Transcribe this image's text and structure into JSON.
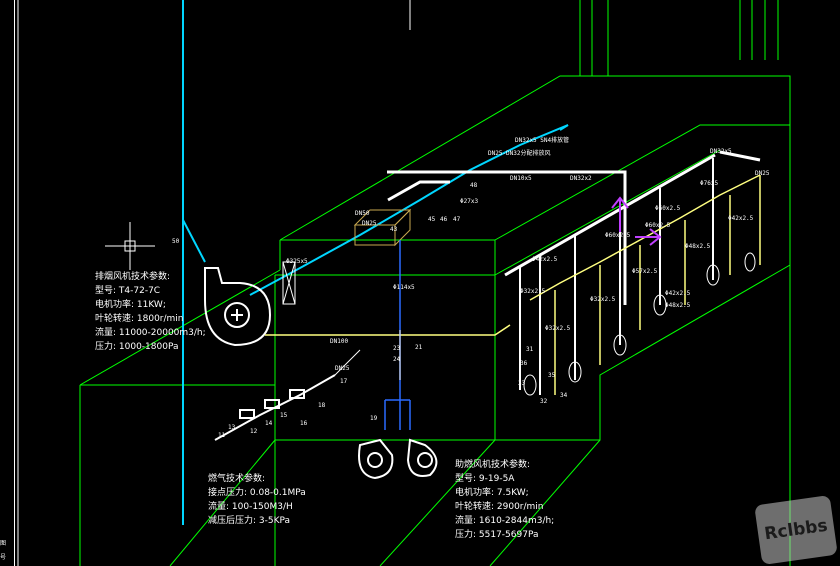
{
  "colors": {
    "background": "#000000",
    "outline": "#00ff00",
    "pipe_white": "#ffffff",
    "pipe_cyan": "#00d6ff",
    "pipe_yellow": "#ffff80",
    "pipe_blue": "#2a6bff",
    "accent_magenta": "#c040ff",
    "box_olive": "#c8a850"
  },
  "exhaust_fan": {
    "title": "排烟风机技术参数:",
    "lines": [
      "型号: T4-72-7C",
      "电机功率: 11KW;",
      "叶轮转速: 1800r/min",
      "流量: 11000-20000m3/h;",
      "压力: 1000-1800Pa"
    ]
  },
  "gas": {
    "title": "燃气技术参数:",
    "lines": [
      "接点压力: 0.08-0.1MPa",
      "流量: 100-150M3/H",
      "减压后压力: 3-5KPa"
    ]
  },
  "combustion_fan": {
    "title": "助燃风机技术参数:",
    "lines": [
      "型号: 9-19-5A",
      "电机功率: 7.5KW;",
      "叶轮转速: 2900r/min",
      "流量: 1610-2844m3/h;",
      "压力: 5517-5697Pa"
    ]
  },
  "tags": [
    {
      "id": "t1",
      "text": "DN32x5 SN4排放管"
    },
    {
      "id": "t2",
      "text": "DN25-DN32分配排放风"
    },
    {
      "id": "t3",
      "text": "DN32x5"
    },
    {
      "id": "t4",
      "text": "DN10x5"
    },
    {
      "id": "t5",
      "text": "DN32x2"
    },
    {
      "id": "t6",
      "text": "Φ27x3"
    },
    {
      "id": "t7",
      "text": "Φ76x5"
    },
    {
      "id": "t8",
      "text": "Φ60x2.5"
    },
    {
      "id": "t9",
      "text": "Φ42x2.5"
    },
    {
      "id": "t10",
      "text": "Φ60x2.5"
    },
    {
      "id": "t11",
      "text": "Φ48x2.5"
    },
    {
      "id": "t12",
      "text": "Φ42x2.5"
    },
    {
      "id": "t13",
      "text": "Φ57x2.5"
    },
    {
      "id": "t14",
      "text": "Φ32x2.5"
    },
    {
      "id": "t15",
      "text": "Φ32x2.5"
    },
    {
      "id": "t16",
      "text": "DN25"
    },
    {
      "id": "t17",
      "text": "Φ60x2.5"
    },
    {
      "id": "t18",
      "text": "Φ32x2.5"
    },
    {
      "id": "t19",
      "text": "Φ42x2.5"
    },
    {
      "id": "t20",
      "text": "Φ48x2.5"
    },
    {
      "id": "t21",
      "text": "DN25"
    },
    {
      "id": "t22",
      "text": "DN100"
    },
    {
      "id": "t23",
      "text": "Φ114x5"
    },
    {
      "id": "t24",
      "text": "Φ325x5"
    },
    {
      "id": "t25",
      "text": "DN25"
    },
    {
      "id": "t26",
      "text": "DN50"
    },
    {
      "id": "t27",
      "text": "50"
    },
    {
      "id": "t28",
      "text": "43"
    },
    {
      "id": "t29",
      "text": "45"
    },
    {
      "id": "t30",
      "text": "46"
    },
    {
      "id": "t31",
      "text": "47"
    },
    {
      "id": "t32",
      "text": "48"
    },
    {
      "id": "t33",
      "text": "36"
    },
    {
      "id": "t34",
      "text": "34"
    },
    {
      "id": "t35",
      "text": "35"
    },
    {
      "id": "t36",
      "text": "33"
    },
    {
      "id": "t37",
      "text": "32"
    },
    {
      "id": "t38",
      "text": "31"
    },
    {
      "id": "t39",
      "text": "24"
    },
    {
      "id": "t40",
      "text": "21"
    },
    {
      "id": "t41",
      "text": "19"
    },
    {
      "id": "t42",
      "text": "17"
    },
    {
      "id": "t43",
      "text": "18"
    },
    {
      "id": "t44",
      "text": "16"
    },
    {
      "id": "t45",
      "text": "11"
    },
    {
      "id": "t46",
      "text": "13"
    },
    {
      "id": "t47",
      "text": "12"
    },
    {
      "id": "t48",
      "text": "14"
    },
    {
      "id": "t49",
      "text": "15"
    },
    {
      "id": "t50",
      "text": "23"
    }
  ],
  "sidebar": {
    "top": "图",
    "bottom": "号"
  },
  "watermark": "Rclbbs"
}
